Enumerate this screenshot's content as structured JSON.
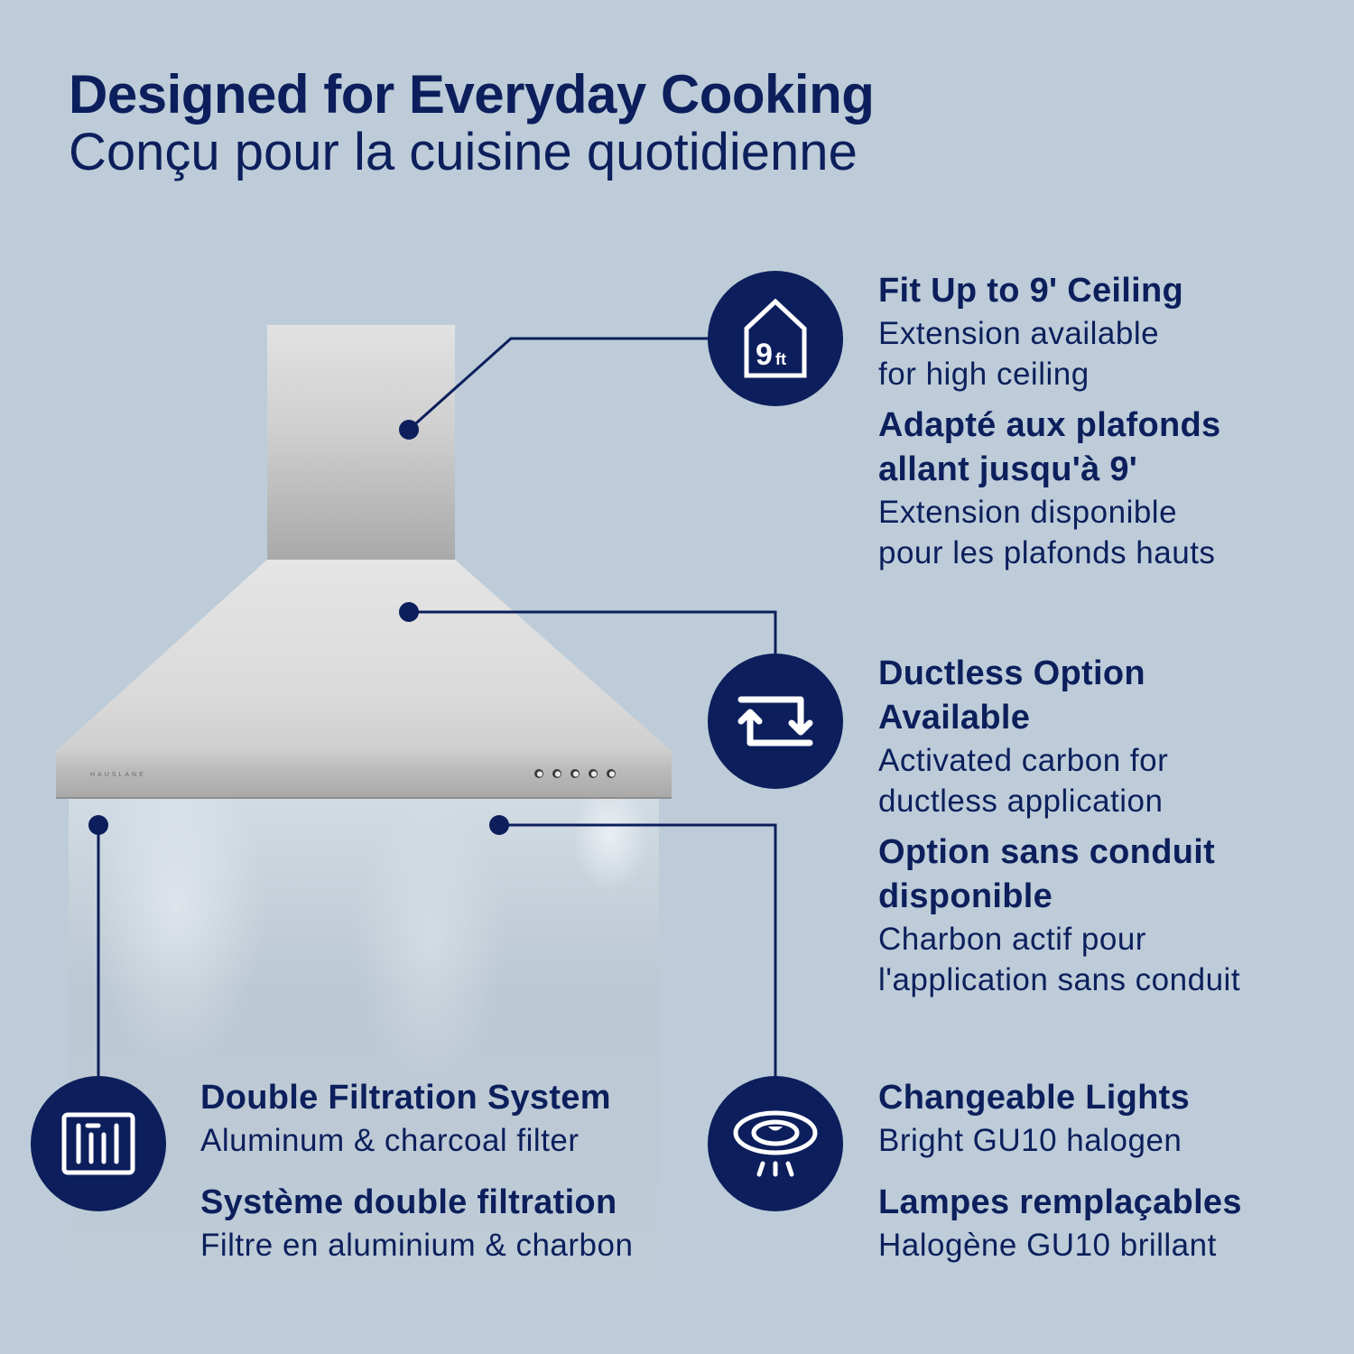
{
  "header": {
    "title_en": "Designed for Everyday Cooking",
    "title_fr": "Conçu pour la cuisine quotidienne"
  },
  "product": {
    "brand_label": "HAUSLANE",
    "knob_count": 5
  },
  "features": {
    "ceiling": {
      "icon": "house-9ft-icon",
      "icon_text_main": "9",
      "icon_text_unit": "ft",
      "title_en": "Fit Up to 9' Ceiling",
      "desc_en_1": "Extension available",
      "desc_en_2": "for high ceiling",
      "title_fr_1": "Adapté aux plafonds",
      "title_fr_2": "allant jusqu'à 9'",
      "desc_fr_1": "Extension disponible",
      "desc_fr_2": "pour les plafonds hauts"
    },
    "ductless": {
      "icon": "recirculate-arrows-icon",
      "title_en_1": "Ductless Option",
      "title_en_2": "Available",
      "desc_en_1": "Activated carbon for",
      "desc_en_2": "ductless application",
      "title_fr_1": "Option sans conduit",
      "title_fr_2": "disponible",
      "desc_fr_1": "Charbon actif pour",
      "desc_fr_2": "l'application sans conduit"
    },
    "filtration": {
      "icon": "filter-grid-icon",
      "title_en": "Double Filtration System",
      "desc_en": "Aluminum & charcoal filter",
      "title_fr": "Système double filtration",
      "desc_fr": "Filtre en aluminium & charbon"
    },
    "lights": {
      "icon": "ceiling-light-icon",
      "title_en": "Changeable Lights",
      "desc_en": "Bright GU10 halogen",
      "title_fr": "Lampes remplaçables",
      "desc_fr": "Halogène GU10 brillant"
    }
  },
  "colors": {
    "background": "#bdccd8",
    "accent_navy": "#0c1f5c",
    "icon_stroke": "#ffffff"
  }
}
